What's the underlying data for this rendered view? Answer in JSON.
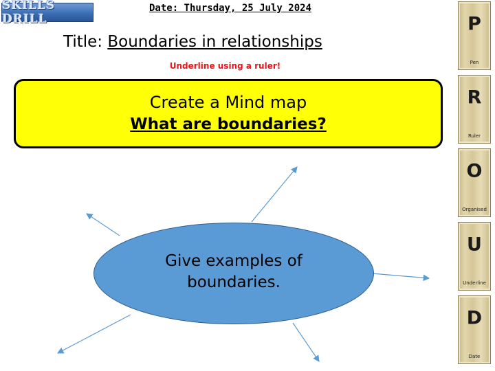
{
  "logo": {
    "text": "SKILLS DRILL"
  },
  "date": "Date: Thursday, 25 July 2024",
  "title": {
    "prefix": "Title: ",
    "text": "Boundaries in relationships"
  },
  "instruction": "Underline using a ruler!",
  "banner": {
    "line1": "Create a Mind map",
    "line2": "What are boundaries?",
    "fill_color": "#ffff05"
  },
  "center_bubble": {
    "line1": "Give examples of",
    "line2": "boundaries.",
    "fill_color": "#5b9bd5"
  },
  "arrow_color": "#5b9bd5",
  "proud_checklist": [
    {
      "letter": "P",
      "label": "Pen"
    },
    {
      "letter": "R",
      "label": "Ruler"
    },
    {
      "letter": "O",
      "label": "Organised"
    },
    {
      "letter": "U",
      "label": "Underline"
    },
    {
      "letter": "D",
      "label": "Date"
    }
  ]
}
